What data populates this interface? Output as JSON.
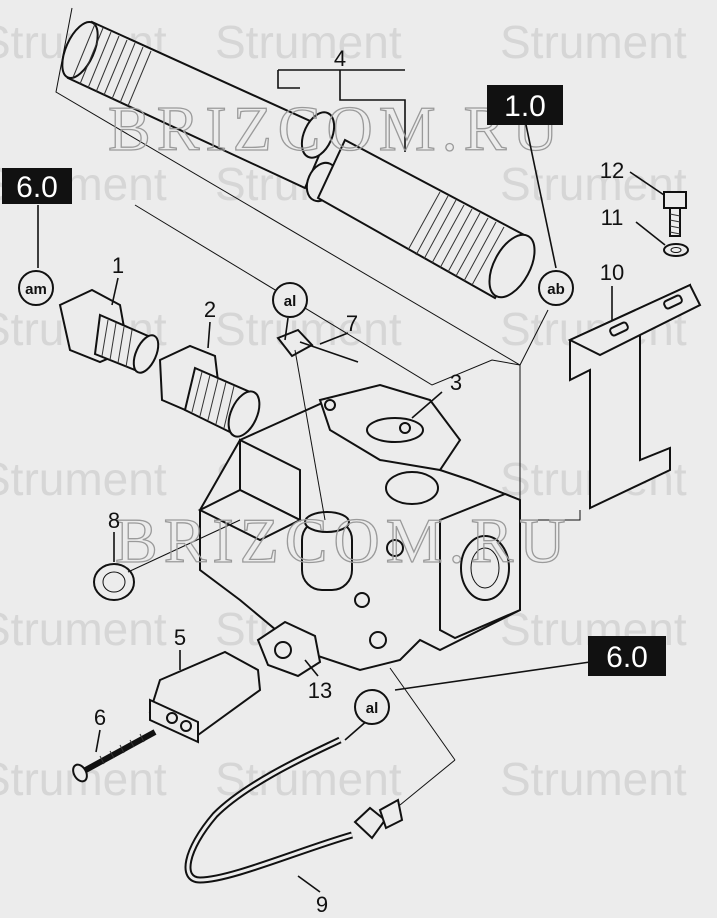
{
  "watermark": {
    "brand": "Strument",
    "site_top": "BRIZCOM.RU",
    "site_bottom": "BRIZCOM.RU"
  },
  "parts": [
    {
      "id": "p1",
      "label": "1"
    },
    {
      "id": "p2",
      "label": "2"
    },
    {
      "id": "p3",
      "label": "3"
    },
    {
      "id": "p4",
      "label": "4"
    },
    {
      "id": "p5",
      "label": "5"
    },
    {
      "id": "p6",
      "label": "6"
    },
    {
      "id": "p7",
      "label": "7"
    },
    {
      "id": "p8",
      "label": "8"
    },
    {
      "id": "p9",
      "label": "9"
    },
    {
      "id": "p10",
      "label": "10"
    },
    {
      "id": "p11",
      "label": "11"
    },
    {
      "id": "p12",
      "label": "12"
    },
    {
      "id": "p13",
      "label": "13"
    }
  ],
  "section_refs": {
    "left": "6.0",
    "top_right": "1.0",
    "bottom_right": "6.0"
  },
  "codes": {
    "am": "am",
    "al_top": "al",
    "al_bottom": "al",
    "ab": "ab"
  },
  "colors": {
    "background": "#ececec",
    "ink": "#111111",
    "badge": "#111111",
    "watermark": "#d6d6d6"
  }
}
